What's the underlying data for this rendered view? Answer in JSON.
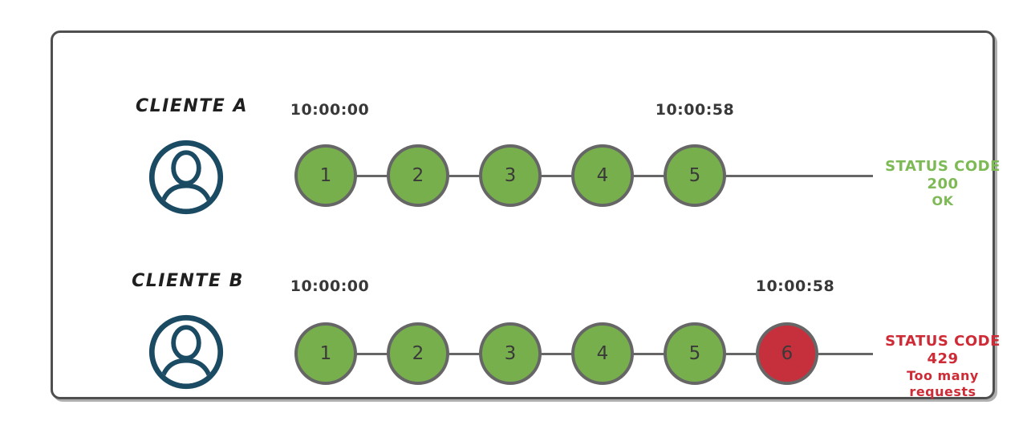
{
  "colors": {
    "request-ok": "#78AF4D",
    "request-blocked": "#C5303C",
    "stroke-gray": "#666666",
    "number-dark": "#3A3A3A",
    "timestamp-dark": "#383838",
    "label-dark": "#1F1F1F",
    "status-ok": "#7DBA55",
    "status-error": "#CE2B36",
    "avatar-navy": "#1B4A63",
    "frame-border": "#4F4F4F"
  },
  "rows": [
    {
      "client_label": "CLIENTE A",
      "avatar_icon": "person-icon",
      "start_time": "10:00:00",
      "end_time": "10:00:58",
      "requests": [
        "1",
        "2",
        "3",
        "4",
        "5"
      ],
      "status": {
        "line1": "STATUS CODE 200",
        "line2": "OK"
      }
    },
    {
      "client_label": "CLIENTE B",
      "avatar_icon": "person-icon",
      "start_time": "10:00:00",
      "end_time": "10:00:58",
      "requests": [
        "1",
        "2",
        "3",
        "4",
        "5",
        "6"
      ],
      "status": {
        "line1": "STATUS CODE 429",
        "line2": "Too many requests"
      }
    }
  ]
}
